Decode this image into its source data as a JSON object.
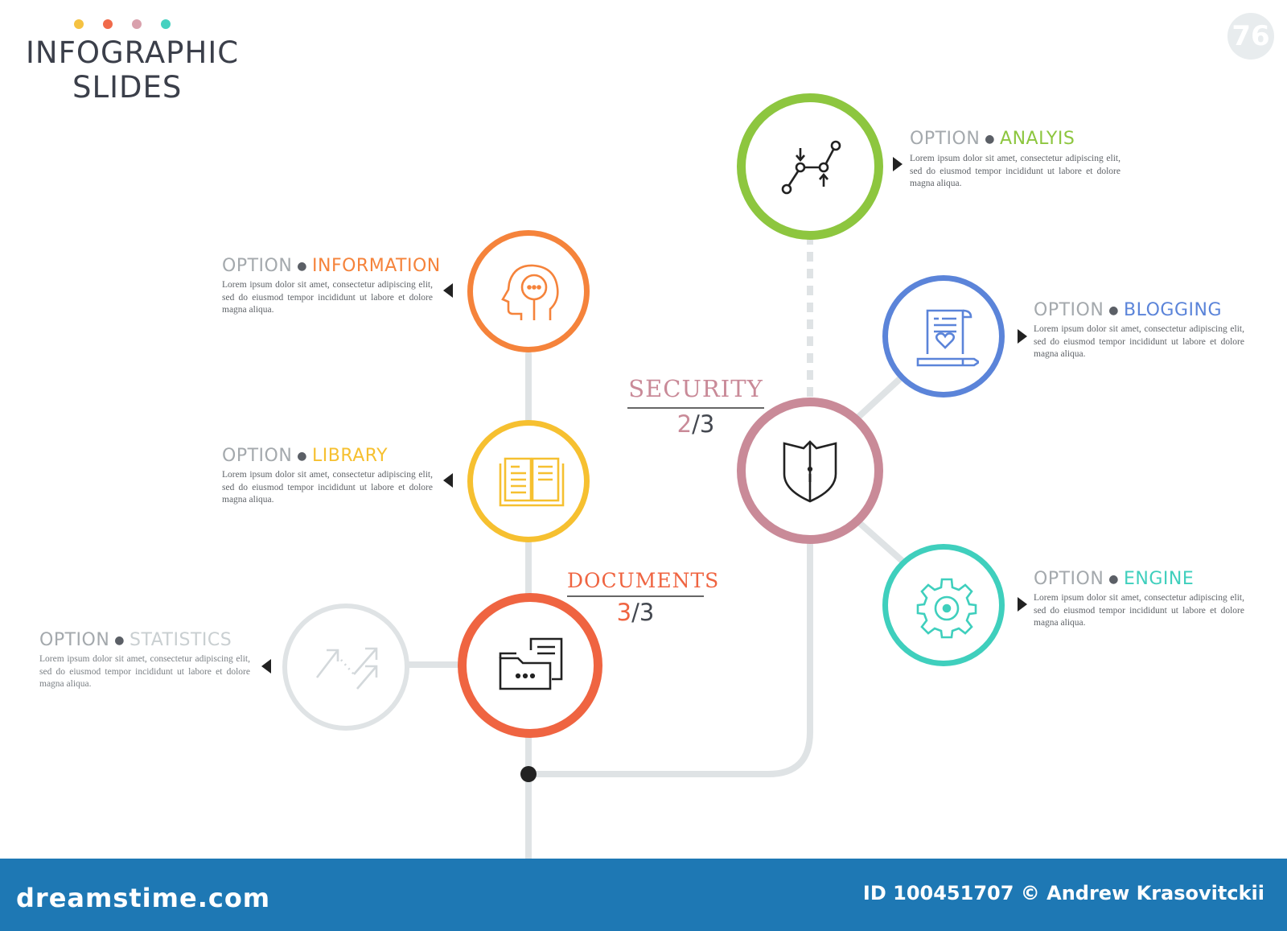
{
  "header": {
    "title_line1": "INFOGRAPHIC",
    "title_line2": "SLIDES",
    "page_number": "76",
    "dot_colors": [
      "#f5c242",
      "#f06a4a",
      "#d9a1ad",
      "#46d1c0"
    ]
  },
  "options": [
    {
      "key": "analysis",
      "option_word": "OPTION",
      "name": "ANALYIS",
      "color": "#8dc63f",
      "icon": "line-chart-icon",
      "text": "Lorem ipsum dolor sit amet, consectetur adipiscing elit, sed do eiusmod tempor incididunt ut labore et dolore magna aliqua."
    },
    {
      "key": "information",
      "option_word": "OPTION",
      "name": "INFORMATION",
      "color": "#f5833b",
      "icon": "head-idea-icon",
      "text": "Lorem ipsum dolor sit amet, consectetur adipiscing elit, sed do eiusmod tempor incididunt ut labore et dolore magna aliqua."
    },
    {
      "key": "blogging",
      "option_word": "OPTION",
      "name": "BLOGGING",
      "color": "#5b84d9",
      "icon": "document-heart-icon",
      "text": "Lorem ipsum dolor sit amet, consectetur adipiscing elit, sed do eiusmod tempor incididunt ut labore et dolore magna aliqua."
    },
    {
      "key": "library",
      "option_word": "OPTION",
      "name": "LIBRARY",
      "color": "#f6c030",
      "icon": "open-book-icon",
      "text": "Lorem ipsum dolor sit amet, consectetur adipiscing elit, sed do eiusmod tempor incididunt ut labore et dolore magna aliqua."
    },
    {
      "key": "engine",
      "option_word": "OPTION",
      "name": "ENGINE",
      "color": "#3fcfbd",
      "icon": "gear-icon",
      "text": "Lorem ipsum dolor sit amet, consectetur adipiscing elit, sed do eiusmod tempor incididunt ut labore et dolore magna aliqua."
    },
    {
      "key": "statistics",
      "option_word": "OPTION",
      "name": "STATISTICS",
      "color": "#c9cfd1",
      "icon": "trend-arrows-icon",
      "text": "Lorem ipsum dolor sit amet, consectetur adipiscing elit, sed do eiusmod tempor incididunt ut labore et dolore magna aliqua."
    }
  ],
  "hubs": [
    {
      "key": "security",
      "label": "SECURITY",
      "current": "2",
      "total": "/3",
      "color": "#c98a98",
      "icon": "shield-icon"
    },
    {
      "key": "documents",
      "label": "DOCUMENTS",
      "current": "3",
      "total": "/3",
      "color": "#ef6441",
      "icon": "folder-documents-icon"
    }
  ],
  "footer": {
    "brand": "dreamstime.com",
    "credit": "ID 100451707 © Andrew Krasovitckii"
  }
}
